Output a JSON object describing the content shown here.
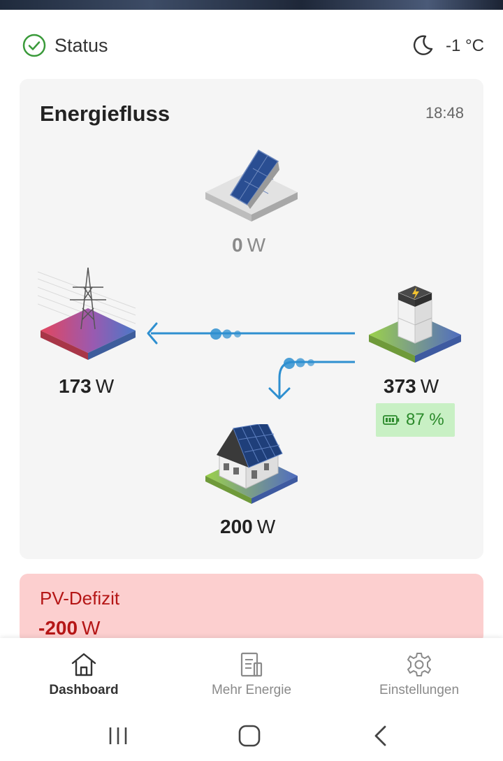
{
  "header": {
    "status_label": "Status",
    "status_icon": "check-circle-icon",
    "weather_icon": "moon-icon",
    "temperature": "-1 °C"
  },
  "energy_flow": {
    "title": "Energiefluss",
    "time": "18:48",
    "pv": {
      "value": "0",
      "unit": "W"
    },
    "grid": {
      "value": "173",
      "unit": "W"
    },
    "battery": {
      "value": "373",
      "unit": "W",
      "soc": "87 %"
    },
    "house": {
      "value": "200",
      "unit": "W"
    },
    "colors": {
      "flow_line": "#2e8fd0",
      "soc_badge_bg": "#c8f0c4",
      "soc_text": "#2b8a2b"
    }
  },
  "deficit": {
    "title": "PV-Defizit",
    "value": "-200",
    "unit": "W",
    "colors": {
      "bg": "#fccfcf",
      "text": "#b51616"
    }
  },
  "bottom_nav": {
    "items": [
      {
        "label": "Dashboard",
        "icon": "home-icon",
        "active": true
      },
      {
        "label": "Mehr Energie",
        "icon": "document-icon",
        "active": false
      },
      {
        "label": "Einstellungen",
        "icon": "gear-icon",
        "active": false
      }
    ]
  },
  "system_nav": {
    "recents_icon": "recents-icon",
    "home_icon": "home-button-icon",
    "back_icon": "back-icon"
  }
}
